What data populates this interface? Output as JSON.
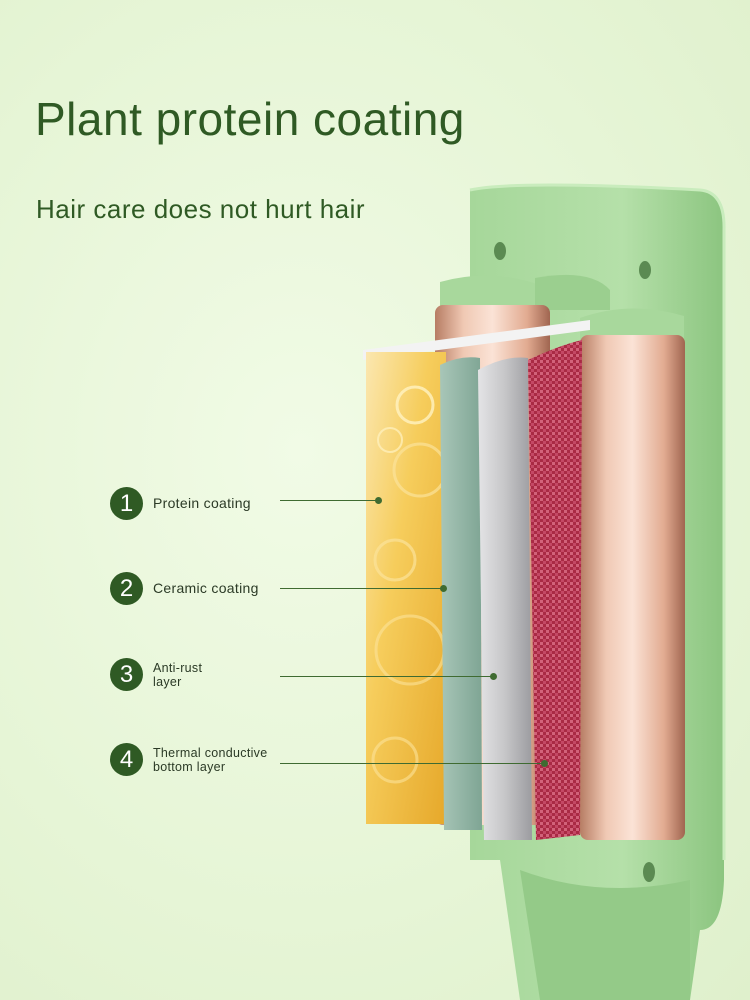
{
  "title": "Plant protein coating",
  "subtitle": "Hair care does not hurt hair",
  "callouts": [
    {
      "number": "1",
      "label": "Protein coating"
    },
    {
      "number": "2",
      "label": "Ceramic coating"
    },
    {
      "number": "3",
      "label": "Anti-rust\nlayer"
    },
    {
      "number": "4",
      "label": "Thermal conductive\nbottom layer"
    }
  ],
  "colors": {
    "background": "#eaf7dc",
    "accent_green": "#2f5a24",
    "device_green": "#9fd394",
    "barrel_rose": "#e7b9a2",
    "protein_gold": "#f2c24a",
    "ceramic_teal": "#8fb3a4",
    "antirust_silver": "#c4c4c6",
    "thermal_red": "#b8324d"
  }
}
